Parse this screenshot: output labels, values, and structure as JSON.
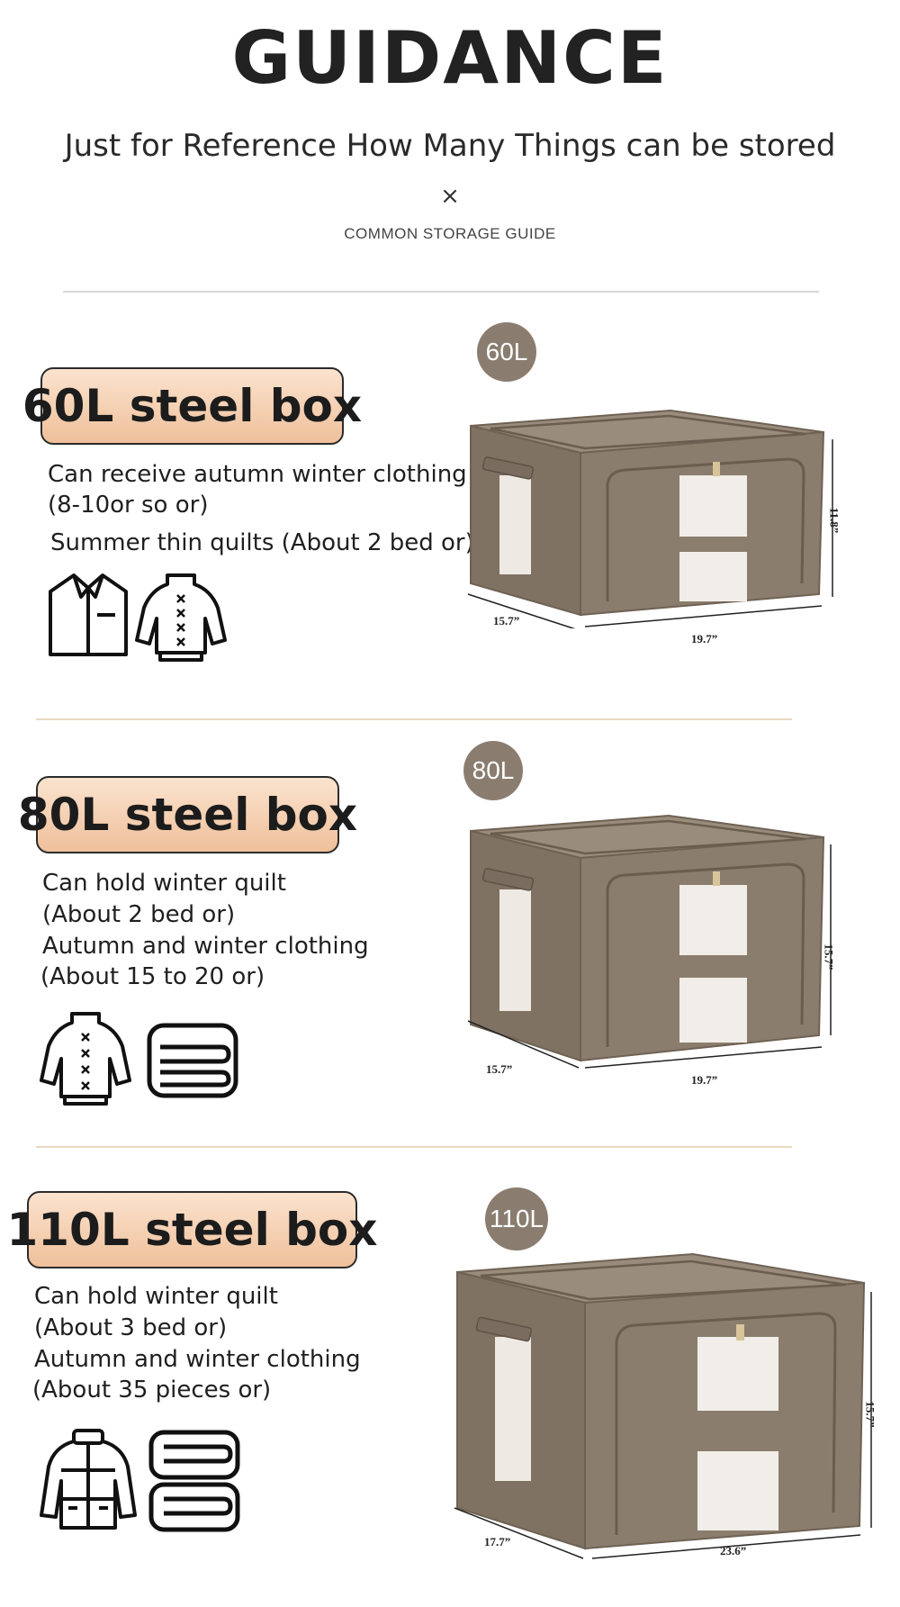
{
  "header": {
    "title": "GUIDANCE",
    "subtitle": "Just for Reference How Many Things can be stored",
    "mark": "×",
    "guide": "COMMON STORAGE GUIDE"
  },
  "sections": [
    {
      "label": "60L steel box",
      "badge": "60L",
      "lines": [
        "Can receive autumn winter clothing",
        "(8-10or so or)",
        "Summer thin quilts  (About 2 bed or)"
      ],
      "dims": {
        "depth": "15.7”",
        "width": "19.7”",
        "height": "11.8”"
      },
      "icons": [
        "shirt-icon",
        "sweater-icon"
      ]
    },
    {
      "label": "80L steel box",
      "badge": "80L",
      "lines": [
        "Can hold winter quilt",
        "(About 2 bed or)",
        " Autumn and winter clothing",
        "(About 15 to 20 or)"
      ],
      "dims": {
        "depth": "15.7”",
        "width": "19.7”",
        "height": "15.7”"
      },
      "icons": [
        "sweater-icon",
        "folded-quilt-icon"
      ]
    },
    {
      "label": "110L steel box",
      "badge": "110L",
      "lines": [
        "Can hold winter quilt",
        "(About 3 bed or)",
        " Autumn and winter clothing",
        "(About 35 pieces or)"
      ],
      "dims": {
        "depth": "17.7”",
        "width": "23.6”",
        "height": "15.7”"
      },
      "icons": [
        "jacket-icon",
        "stacked-quilts-icon"
      ]
    }
  ],
  "colors": {
    "box_body": "#8b7d6d",
    "box_top": "#9a8c7c",
    "pill_top": "#fbe3cf",
    "pill_bottom": "#efc09a",
    "badge": "#8a7d70"
  }
}
